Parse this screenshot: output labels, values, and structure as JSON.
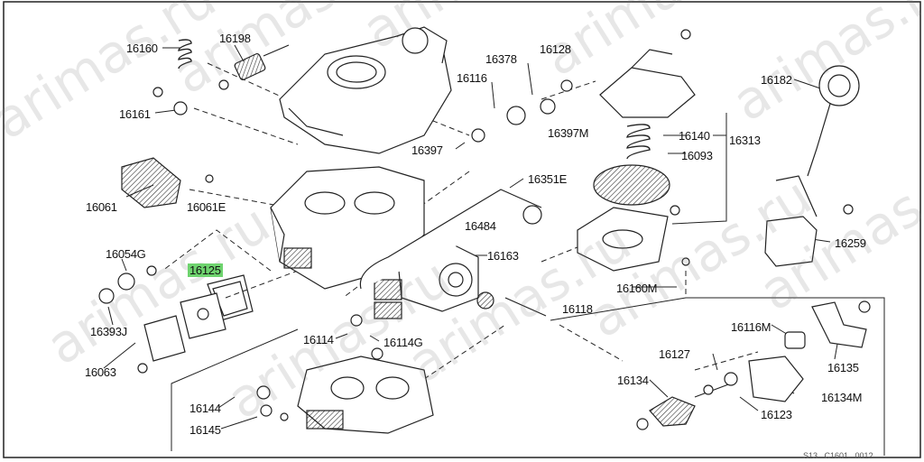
{
  "diagram": {
    "watermark": "arimas.ru",
    "footer_code": "S13...C1601...001?",
    "highlight_color": "#6ed36e",
    "labels": {
      "p16160": "16160",
      "p16198": "16198",
      "p16161": "16161",
      "p16116": "16116",
      "p16378": "16378",
      "p16128": "16128",
      "p16397": "16397",
      "p16397M": "16397M",
      "p16140": "16140",
      "p16313": "16313",
      "p16093": "16093",
      "p16182": "16182",
      "p16061": "16061",
      "p16061E": "16061E",
      "p16351E": "16351E",
      "p16484": "16484",
      "p16163": "16163",
      "p16259": "16259",
      "p16054G": "16054G",
      "p16125": "16125",
      "p16160M": "16160M",
      "p16118": "16118",
      "p16393J": "16393J",
      "p16063": "16063",
      "p16114": "16114",
      "p16114G": "16114G",
      "p16116M": "16116M",
      "p16127": "16127",
      "p16135": "16135",
      "p16134": "16134",
      "p16134M": "16134M",
      "p16123": "16123",
      "p16144": "16144",
      "p16145": "16145"
    }
  }
}
